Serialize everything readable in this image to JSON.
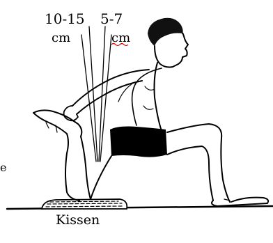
{
  "diagram": {
    "labels": {
      "distance_far_value": "10-15",
      "distance_far_unit": "cm",
      "distance_near_value": "5-7",
      "distance_near_unit": "cm",
      "cushion": "Kissen",
      "edge_letter": "e"
    }
  }
}
